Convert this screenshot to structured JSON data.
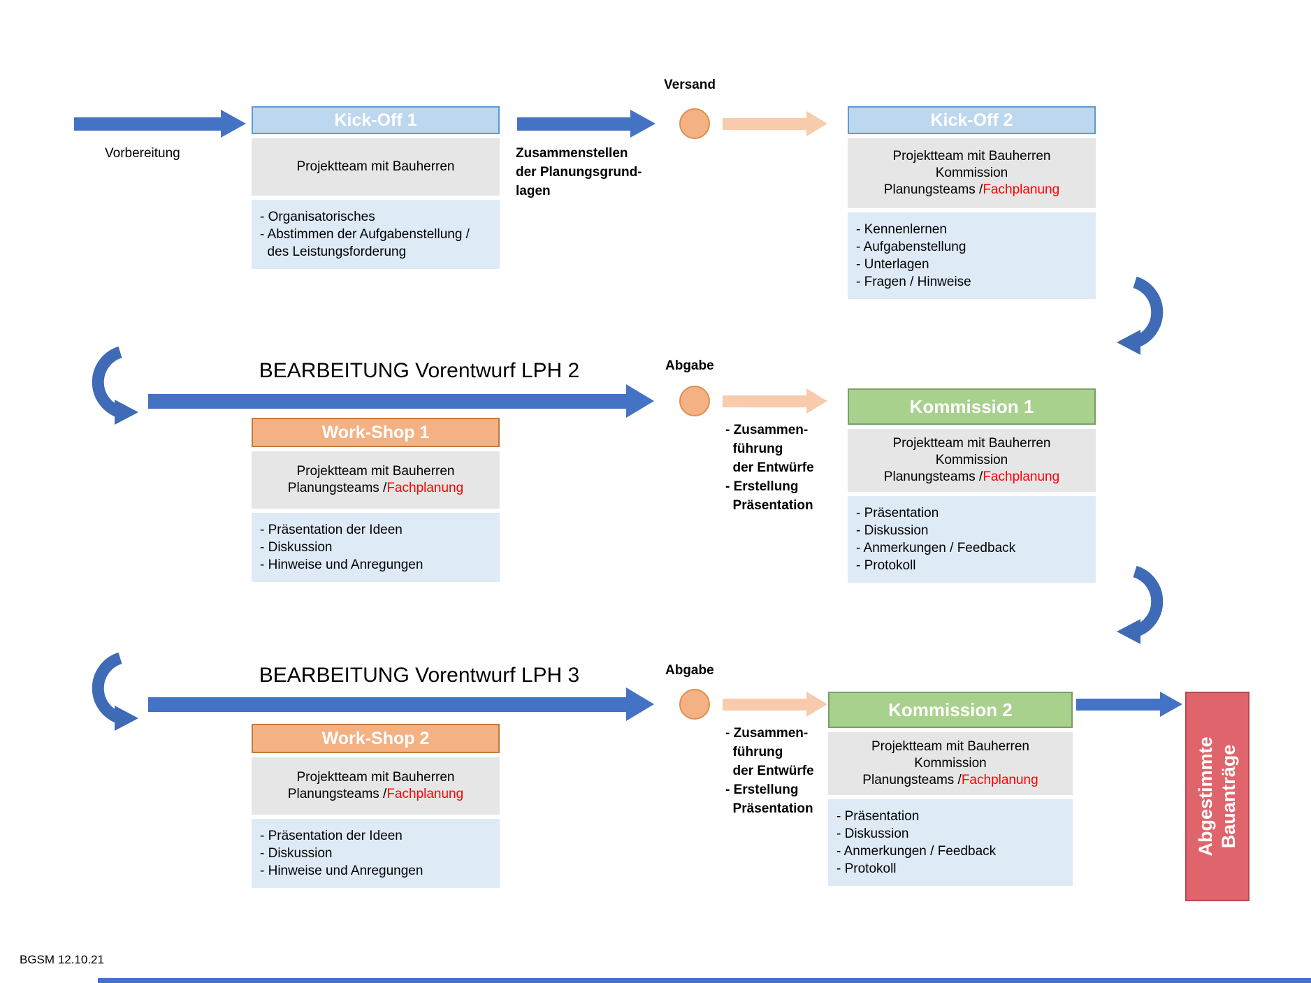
{
  "page": {
    "footer": "BGSM 12.10.21"
  },
  "palette": {
    "arrow_blue": "#4472C4",
    "curve_blue": "#3F6AB5",
    "kickoff_header": "#BDD7EE",
    "workshop_header": "#F4B183",
    "kommission_header": "#A9D18E",
    "peach_arrow": "#F8CBAD",
    "circle_orange": "#F4B183",
    "participants_gray": "#E7E6E6",
    "bullets_blue": "#DEEBF7",
    "final_red": "#E0646C",
    "fachplanung_red": "#FF0000"
  },
  "row1": {
    "vorbereitung_label": "Vorbereitung",
    "zusammenstellen_lines": [
      "Zusammenstellen",
      "der Planungsgrund-",
      "lagen"
    ],
    "versand_label": "Versand",
    "kickoff1": {
      "title": "Kick-Off 1",
      "participants": [
        "Projektteam mit Bauherren"
      ],
      "bullets": [
        "- Organisatorisches",
        "- Abstimmen der Aufgabenstellung /",
        "  des Leistungsforderung"
      ]
    },
    "kickoff2": {
      "title": "Kick-Off 2",
      "participants": [
        "Projektteam mit Bauherren",
        "Kommission"
      ],
      "planungsteams_prefix": "Planungsteams /",
      "fachplanung": "Fachplanung",
      "bullets": [
        "- Kennenlernen",
        "- Aufgabenstellung",
        "- Unterlagen",
        "- Fragen / Hinweise"
      ]
    }
  },
  "row2": {
    "title": "BEARBEITUNG Vorentwurf LPH 2",
    "abgabe_label": "Abgabe",
    "side_note_lines": [
      "- Zusammen-",
      "  führung",
      "  der Entwürfe",
      "- Erstellung",
      "  Präsentation"
    ],
    "workshop1": {
      "title": "Work-Shop 1",
      "participants": [
        "Projektteam mit Bauherren"
      ],
      "planungsteams_prefix": "Planungsteams /",
      "fachplanung": "Fachplanung",
      "bullets": [
        "- Präsentation der Ideen",
        "- Diskussion",
        "- Hinweise und Anregungen"
      ]
    },
    "kommission1": {
      "title": "Kommission 1",
      "participants": [
        "Projektteam mit Bauherren",
        "Kommission"
      ],
      "planungsteams_prefix": "Planungsteams /",
      "fachplanung": "Fachplanung",
      "bullets": [
        "- Präsentation",
        "- Diskussion",
        "- Anmerkungen / Feedback",
        "- Protokoll"
      ]
    }
  },
  "row3": {
    "title": "BEARBEITUNG Vorentwurf LPH 3",
    "abgabe_label": "Abgabe",
    "side_note_lines": [
      "- Zusammen-",
      "  führung",
      "  der Entwürfe",
      "- Erstellung",
      "  Präsentation"
    ],
    "workshop2": {
      "title": "Work-Shop 2",
      "participants": [
        "Projektteam mit Bauherren"
      ],
      "planungsteams_prefix": "Planungsteams /",
      "fachplanung": "Fachplanung",
      "bullets": [
        "- Präsentation der Ideen",
        "- Diskussion",
        "- Hinweise und Anregungen"
      ]
    },
    "kommission2": {
      "title": "Kommission 2",
      "participants": [
        "Projektteam mit Bauherren",
        "Kommission"
      ],
      "planungsteams_prefix": "Planungsteams /",
      "fachplanung": "Fachplanung",
      "bullets": [
        "- Präsentation",
        "- Diskussion",
        "- Anmerkungen / Feedback",
        "- Protokoll"
      ]
    },
    "final": {
      "lines": [
        "Abgestimmte",
        "Bauanträge"
      ]
    }
  }
}
